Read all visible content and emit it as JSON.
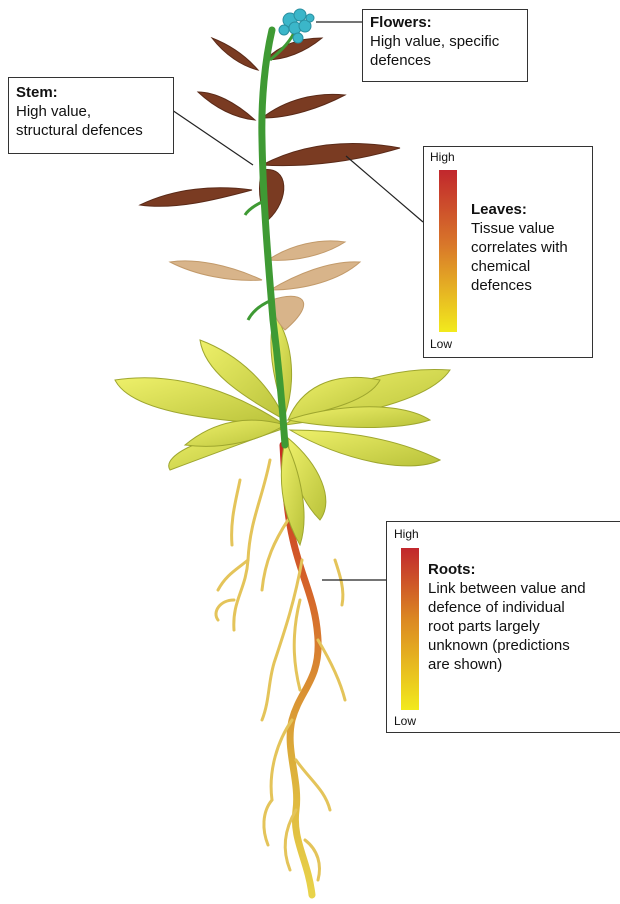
{
  "flowers": {
    "title": "Flowers:",
    "text": "High value, specific\ndefences"
  },
  "stem": {
    "title": "Stem:",
    "text": "High value,\nstructural defences"
  },
  "leaves": {
    "title": "Leaves:",
    "text": "Tissue value\ncorrelates with\nchemical\ndefences",
    "high": "High",
    "low": "Low"
  },
  "roots": {
    "title": "Roots:",
    "text": "Link between value and\ndefence of individual\nroot parts largely\nunknown (predictions\nare shown)",
    "high": "High",
    "low": "Low"
  },
  "colors": {
    "high": "#c1272d",
    "mid": "#e08a1e",
    "low": "#f2ea1d",
    "stem": "#3f9a34",
    "flower": "#3bb6c9",
    "basal_leaf": "#d3d84a",
    "upper_leaf": "#7a3b22",
    "pale_leaf": "#d8b48a",
    "root": "#d59a3a"
  }
}
